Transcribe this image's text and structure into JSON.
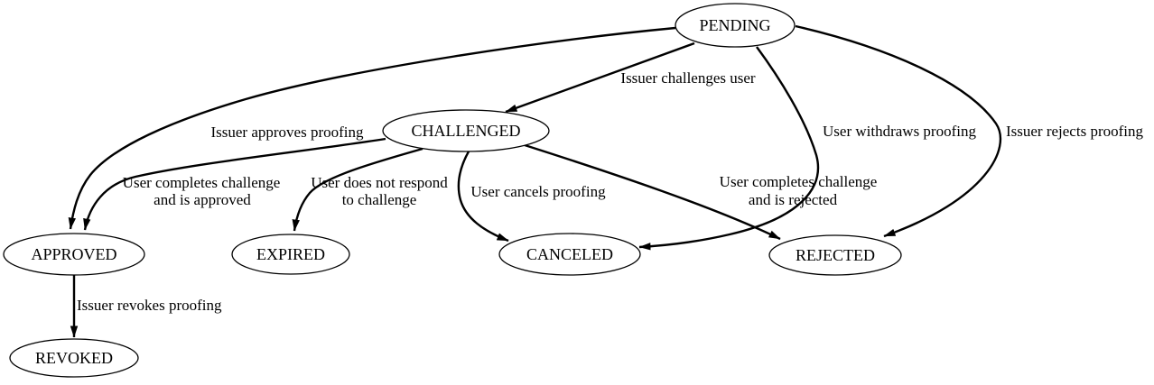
{
  "canvas": {
    "background_color": "#ffffff",
    "line_color": "#000000",
    "node_fill_color": "#ffffff",
    "text_color": "#000000"
  },
  "diagram": {
    "kind": "state-transition-graph",
    "nodes": [
      {
        "id": "pending",
        "label": "PENDING"
      },
      {
        "id": "challenged",
        "label": "CHALLENGED"
      },
      {
        "id": "approved",
        "label": "APPROVED"
      },
      {
        "id": "expired",
        "label": "EXPIRED"
      },
      {
        "id": "canceled",
        "label": "CANCELED"
      },
      {
        "id": "rejected",
        "label": "REJECTED"
      },
      {
        "id": "revoked",
        "label": "REVOKED"
      }
    ],
    "edges": [
      {
        "from": "PENDING",
        "to": "CHALLENGED",
        "label": "Issuer challenges user"
      },
      {
        "from": "PENDING",
        "to": "APPROVED",
        "label": "Issuer approves proofing"
      },
      {
        "from": "PENDING",
        "to": "CANCELED",
        "label": "User withdraws proofing"
      },
      {
        "from": "PENDING",
        "to": "REJECTED",
        "label": "Issuer rejects proofing"
      },
      {
        "from": "CHALLENGED",
        "to": "APPROVED",
        "label": "User completes challenge and is approved",
        "lines": [
          "User completes challenge",
          "and is approved"
        ]
      },
      {
        "from": "CHALLENGED",
        "to": "EXPIRED",
        "label": "User does not respond to challenge",
        "lines": [
          "User does not respond",
          "to challenge"
        ]
      },
      {
        "from": "CHALLENGED",
        "to": "CANCELED",
        "label": "User cancels proofing"
      },
      {
        "from": "CHALLENGED",
        "to": "REJECTED",
        "label": "User completes challenge and is rejected",
        "lines": [
          "User completes challenge",
          "and is rejected"
        ]
      },
      {
        "from": "APPROVED",
        "to": "REVOKED",
        "label": "Issuer revokes proofing"
      }
    ]
  }
}
